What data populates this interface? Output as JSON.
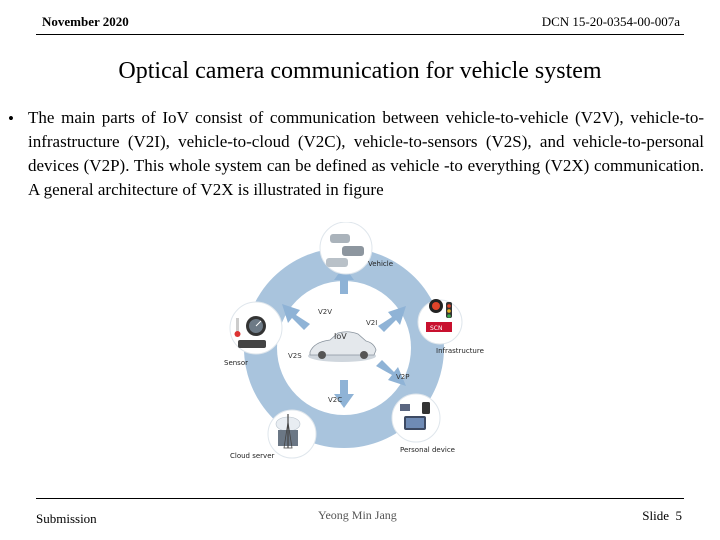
{
  "header": {
    "date": "November 2020",
    "doc_number": "DCN 15-20-0354-00-007a"
  },
  "slide": {
    "title": "Optical camera communication for vehicle system",
    "bullet_marker": "•",
    "bullet_text": "The main parts of IoV consist of communication between vehicle-to-vehicle (V2V), vehicle-to-infrastructure (V2I), vehicle-to-cloud (V2C), vehicle-to-sensors (V2S), and vehicle-to-personal devices (V2P). This whole system can be defined as vehicle -to everything (V2X) communication. A general architecture of V2X is illustrated in figure"
  },
  "figure": {
    "center_label": "IoV",
    "nodes": {
      "vehicle": "Vehicle",
      "infrastructure": "Infrastructure",
      "personal": "Personal device",
      "cloud": "Cloud server",
      "sensor": "Sensor"
    },
    "links": {
      "v2v": "V2V",
      "v2i": "V2I",
      "v2p": "V2P",
      "v2c": "V2C",
      "v2s": "V2S"
    },
    "signal_text": "SCN",
    "colors": {
      "ring": "#a9c4dd",
      "inner": "#ffffff",
      "arrow": "#8fb3d6",
      "signal_red": "#c8102e"
    }
  },
  "footer": {
    "left": "Submission",
    "center": "Yeong Min Jang",
    "slide_label": "Slide",
    "slide_number": "5"
  }
}
